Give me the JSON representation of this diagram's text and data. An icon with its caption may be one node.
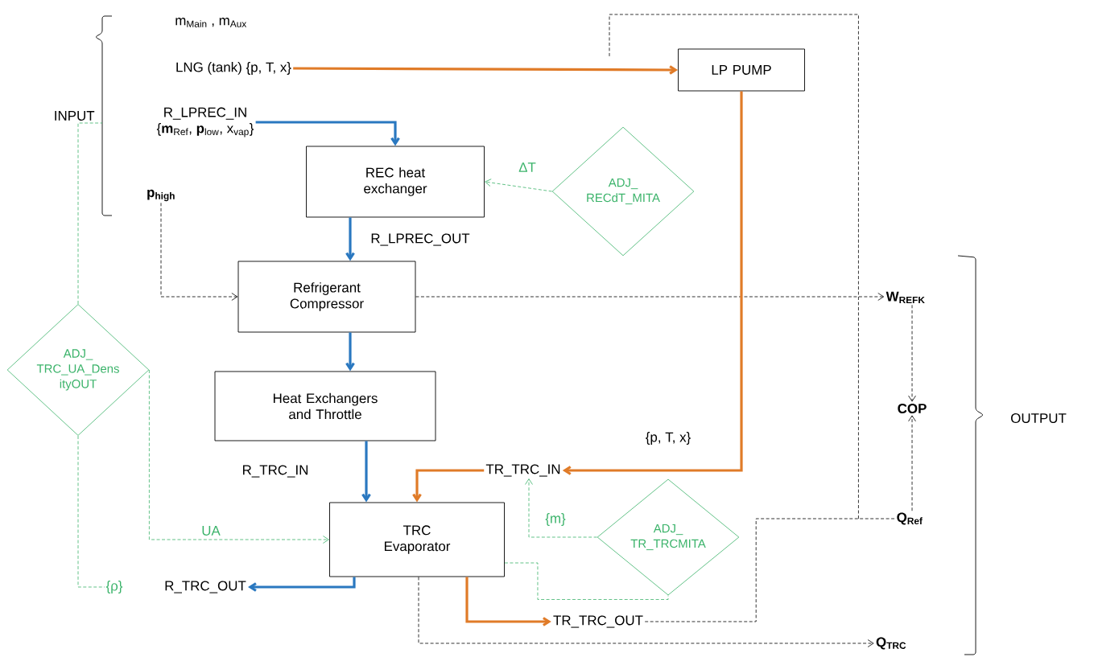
{
  "diagram": {
    "nodes": [
      {
        "text": [
          "LNG (tank) {p, T, x}"
        ]
      },
      {
        "text": [
          "LP PUMP"
        ]
      },
      {
        "text": [
          "R_LPREC_IN",
          "{**m**$_{Ref}$, **p**$_{low}$, x$_{vap}$}"
        ]
      },
      {
        "text": [
          "REC heat exchanger"
        ]
      },
      {
        "text": [
          "ADJ_ RECdT_MITA"
        ]
      },
      {
        "text": [
          "p$_{high}$"
        ]
      },
      {
        "text": [
          "Refrigerant Compressor"
        ]
      },
      {
        "text": [
          "Heat Exchangers and Throttle"
        ]
      },
      {
        "text": [
          "ADJ_ TRC_UA_Dens ityOUT"
        ]
      },
      {
        "text": [
          "TR_TRC_IN"
        ]
      },
      {
        "text": [
          "ADJ_ TR_TRCMITA"
        ]
      },
      {
        "text": [
          "TRC Evaporator"
        ]
      },
      {
        "text": [
          "R_TRC_OUT"
        ]
      },
      {
        "text": [
          "TR_TRC_OUT"
        ]
      },
      {
        "text": [
          "W$_{REFK}$"
        ]
      },
      {
        "text": [
          "COP"
        ]
      },
      {
        "text": [
          "Q$_{Ref}$"
        ]
      },
      {
        "text": [
          "Q$_{TRC}$"
        ]
      },
      {
        "text": [
          "INPUT"
        ]
      }
    ],
    "edges": [
      {
        "from": 0,
        "to": 1,
        "arrow": "to",
        "style": "thick",
        "color": "#e07b28"
      },
      {
        "from": 2,
        "to": 3,
        "arrow": "to",
        "style": "thick",
        "color": "#2a78c0"
      },
      {
        "from": 4,
        "to": 3,
        "arrow": "to",
        "label": "ΔT",
        "style": "dashed",
        "color": "#3bb36a"
      },
      {
        "from": 3,
        "to": 6,
        "arrow": "to",
        "label": "R_LPREC_OUT",
        "style": "thick",
        "color": "#2a78c0"
      },
      {
        "from": 5,
        "to": 6,
        "arrow": "to",
        "style": "dashed"
      },
      {
        "from": 6,
        "to": 14,
        "arrow": "to",
        "style": "dashed"
      },
      {
        "from": 6,
        "to": 7,
        "arrow": "to",
        "style": "thick",
        "color": "#2a78c0"
      },
      {
        "from": 7,
        "to": 11,
        "arrow": "to",
        "label": "R_TRC_IN",
        "style": "thick",
        "color": "#2a78c0"
      },
      {
        "from": 1,
        "to": 9,
        "arrow": "to",
        "label": "{p, T, x}",
        "style": "thick",
        "color": "#e07b28"
      },
      {
        "from": 9,
        "to": 11,
        "arrow": "to",
        "style": "thick",
        "color": "#e07b28"
      },
      {
        "from": 10,
        "to": 9,
        "arrow": "to",
        "label": "{m}",
        "style": "dashed",
        "color": "#3bb36a"
      },
      {
        "from": 8,
        "to": 11,
        "arrow": "to",
        "label": "UA",
        "style": "dashed",
        "color": "#3bb36a"
      },
      {
        "from": 11,
        "to": 12,
        "arrow": "to",
        "style": "thick",
        "color": "#2a78c0"
      },
      {
        "from": 8,
        "to": 12,
        "arrow": "none",
        "label": "{ρ}",
        "style": "dashed",
        "color": "#3bb36a"
      },
      {
        "from": 11,
        "to": 13,
        "arrow": "to",
        "style": "thick",
        "color": "#e07b28"
      },
      {
        "from": 11,
        "to": 10,
        "arrow": "none",
        "style": "dashed",
        "color": "#3bb36a"
      },
      {
        "from": 11,
        "to": 17,
        "arrow": "to",
        "style": "dashed"
      },
      {
        "from": 14,
        "to": 15,
        "arrow": "to",
        "style": "dashed"
      },
      {
        "from": 16,
        "to": 15,
        "arrow": "to",
        "style": "dashed"
      },
      {
        "from": 13,
        "to": 16,
        "arrow": "none",
        "style": "dashed"
      },
      {
        "from": 16,
        "to": null,
        "arrow": "none",
        "style": "dashed"
      },
      {
        "from": 8,
        "to": 18,
        "arrow": "none",
        "style": "dashed",
        "color": "#3bb36a"
      }
    ],
    "labels": [
      "m$_{Main}$ , m$_{Aux}$",
      "OUTPUT"
    ]
  }
}
